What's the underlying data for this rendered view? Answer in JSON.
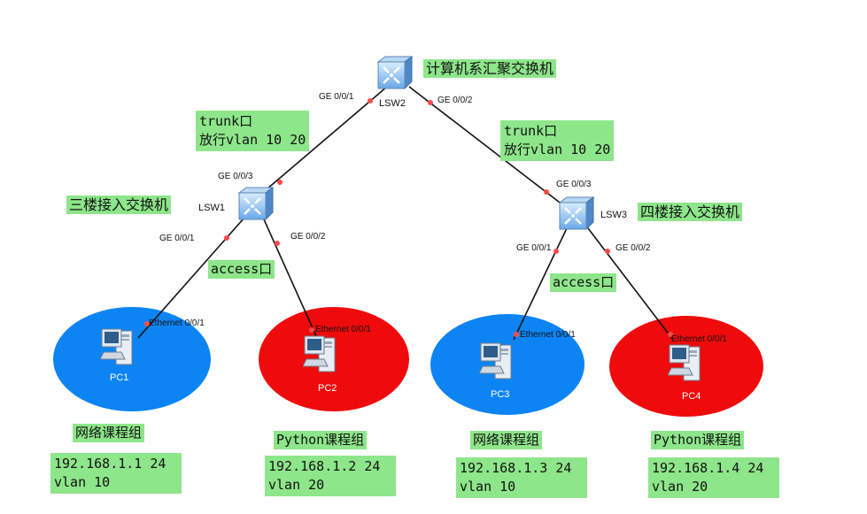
{
  "switches": {
    "lsw2": {
      "name": "LSW2",
      "desc": "计算机系汇聚交换机",
      "port1": "GE 0/0/1",
      "port2": "GE 0/0/2"
    },
    "lsw1": {
      "name": "LSW1",
      "desc": "三楼接入交换机",
      "port_up": "GE 0/0/3",
      "port1": "GE 0/0/1",
      "port2": "GE 0/0/2"
    },
    "lsw3": {
      "name": "LSW3",
      "desc": "四楼接入交换机",
      "port_up": "GE 0/0/3",
      "port1": "GE 0/0/1",
      "port2": "GE 0/0/2"
    }
  },
  "trunk_left": {
    "line1": "trunk口",
    "line2": "放行vlan 10 20"
  },
  "trunk_right": {
    "line1": "trunk口",
    "line2": "放行vlan 10 20"
  },
  "access_left": "access口",
  "access_right": "access口",
  "pcs": [
    {
      "name": "PC1",
      "port": "Ethernet 0/0/1",
      "group": "网络课程组",
      "ip": "192.168.1.1 24",
      "vlan": "vlan 10",
      "color": "#0d84f4"
    },
    {
      "name": "PC2",
      "port": "Ethernet 0/0/1",
      "group": "Python课程组",
      "ip": "192.168.1.2 24",
      "vlan": "vlan 20",
      "color": "#ef0b0b"
    },
    {
      "name": "PC3",
      "port": "Ethernet 0/0/1",
      "group": "网络课程组",
      "ip": "192.168.1.3 24",
      "vlan": "vlan 10",
      "color": "#0d84f4"
    },
    {
      "name": "PC4",
      "port": "Ethernet 0/0/1",
      "group": "Python课程组",
      "ip": "192.168.1.4 24",
      "vlan": "vlan 20",
      "color": "#ef0b0b"
    }
  ],
  "colors": {
    "vlan10": "#0d84f4",
    "vlan20": "#ef0b0b",
    "label_bg": "#8ee68a",
    "link": "#111111",
    "port_dot": "#ff4a4a"
  },
  "icons": {
    "switch": "switch-icon",
    "pc": "pc-icon"
  }
}
